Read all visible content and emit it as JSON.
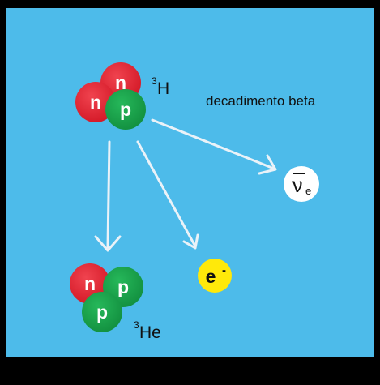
{
  "colors": {
    "background": "#4dbbea",
    "frame": "#000000",
    "neutron": "#e8202e",
    "proton": "#18a34a",
    "electron": "#ffe90a",
    "antineutrino": "#ffffff",
    "arrow": "#eaf2f8",
    "label": "#111111"
  },
  "particles": {
    "neutron_symbol": "n",
    "proton_symbol": "p",
    "electron_symbol": "e",
    "electron_charge": "-",
    "antineutrino_symbol": "ν",
    "antineutrino_subscript": "e"
  },
  "tritium": {
    "mass_number": "3",
    "element": "H"
  },
  "helium3": {
    "mass_number": "3",
    "element": "He"
  },
  "process_label": "decadimento beta"
}
